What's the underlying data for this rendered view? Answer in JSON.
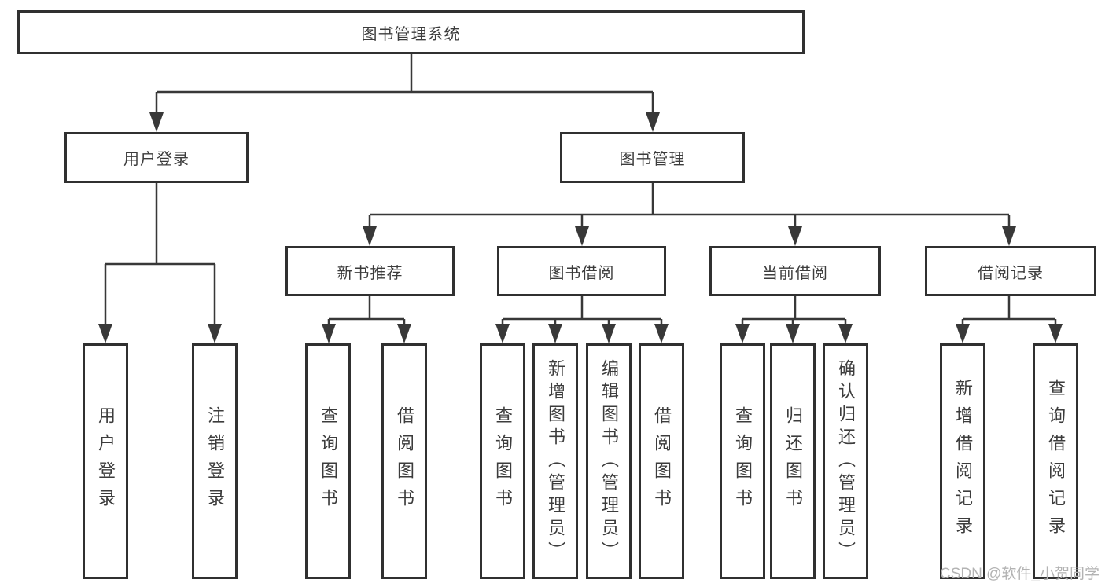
{
  "nodes": {
    "root": {
      "label": "图书管理系统"
    },
    "level2": [
      {
        "id": "user-login",
        "label": "用户登录"
      },
      {
        "id": "book-management",
        "label": "图书管理"
      }
    ],
    "level3": [
      {
        "id": "new-book-recommend",
        "label": "新书推荐",
        "parent": "图书管理"
      },
      {
        "id": "book-borrowing",
        "label": "图书借阅",
        "parent": "图书管理"
      },
      {
        "id": "current-borrowing",
        "label": "当前借阅",
        "parent": "图书管理"
      },
      {
        "id": "borrowing-records",
        "label": "借阅记录",
        "parent": "图书管理"
      }
    ],
    "leaves": [
      {
        "id": "user-login",
        "label": "用户登录",
        "parent": "用户登录"
      },
      {
        "id": "logout",
        "label": "注销登录",
        "parent": "用户登录"
      },
      {
        "id": "query-books-recommend",
        "label": "查询图书",
        "parent": "新书推荐"
      },
      {
        "id": "borrow-books-recommend",
        "label": "借阅图书",
        "parent": "新书推荐"
      },
      {
        "id": "query-books-borrowing",
        "label": "查询图书",
        "parent": "图书借阅"
      },
      {
        "id": "add-book-admin",
        "label": "新增图书（管理员）",
        "parent": "图书借阅"
      },
      {
        "id": "edit-book-admin",
        "label": "编辑图书（管理员）",
        "parent": "图书借阅"
      },
      {
        "id": "borrow-books",
        "label": "借阅图书",
        "parent": "图书借阅"
      },
      {
        "id": "query-books-current",
        "label": "查询图书",
        "parent": "当前借阅"
      },
      {
        "id": "return-books",
        "label": "归还图书",
        "parent": "当前借阅"
      },
      {
        "id": "confirm-return-admin",
        "label": "确认归还（管理员）",
        "parent": "当前借阅"
      },
      {
        "id": "add-borrow-record",
        "label": "新增借阅记录",
        "parent": "借阅记录"
      },
      {
        "id": "query-borrow-record",
        "label": "查询借阅记录",
        "parent": "借阅记录"
      }
    ]
  },
  "watermark": {
    "text": "CSDN @软件_小贺同学"
  },
  "colors": {
    "line": "#383838",
    "border": "#303030",
    "text": "#3c3c3c",
    "watermark": "#b3b3b3",
    "background": "#ffffff"
  }
}
